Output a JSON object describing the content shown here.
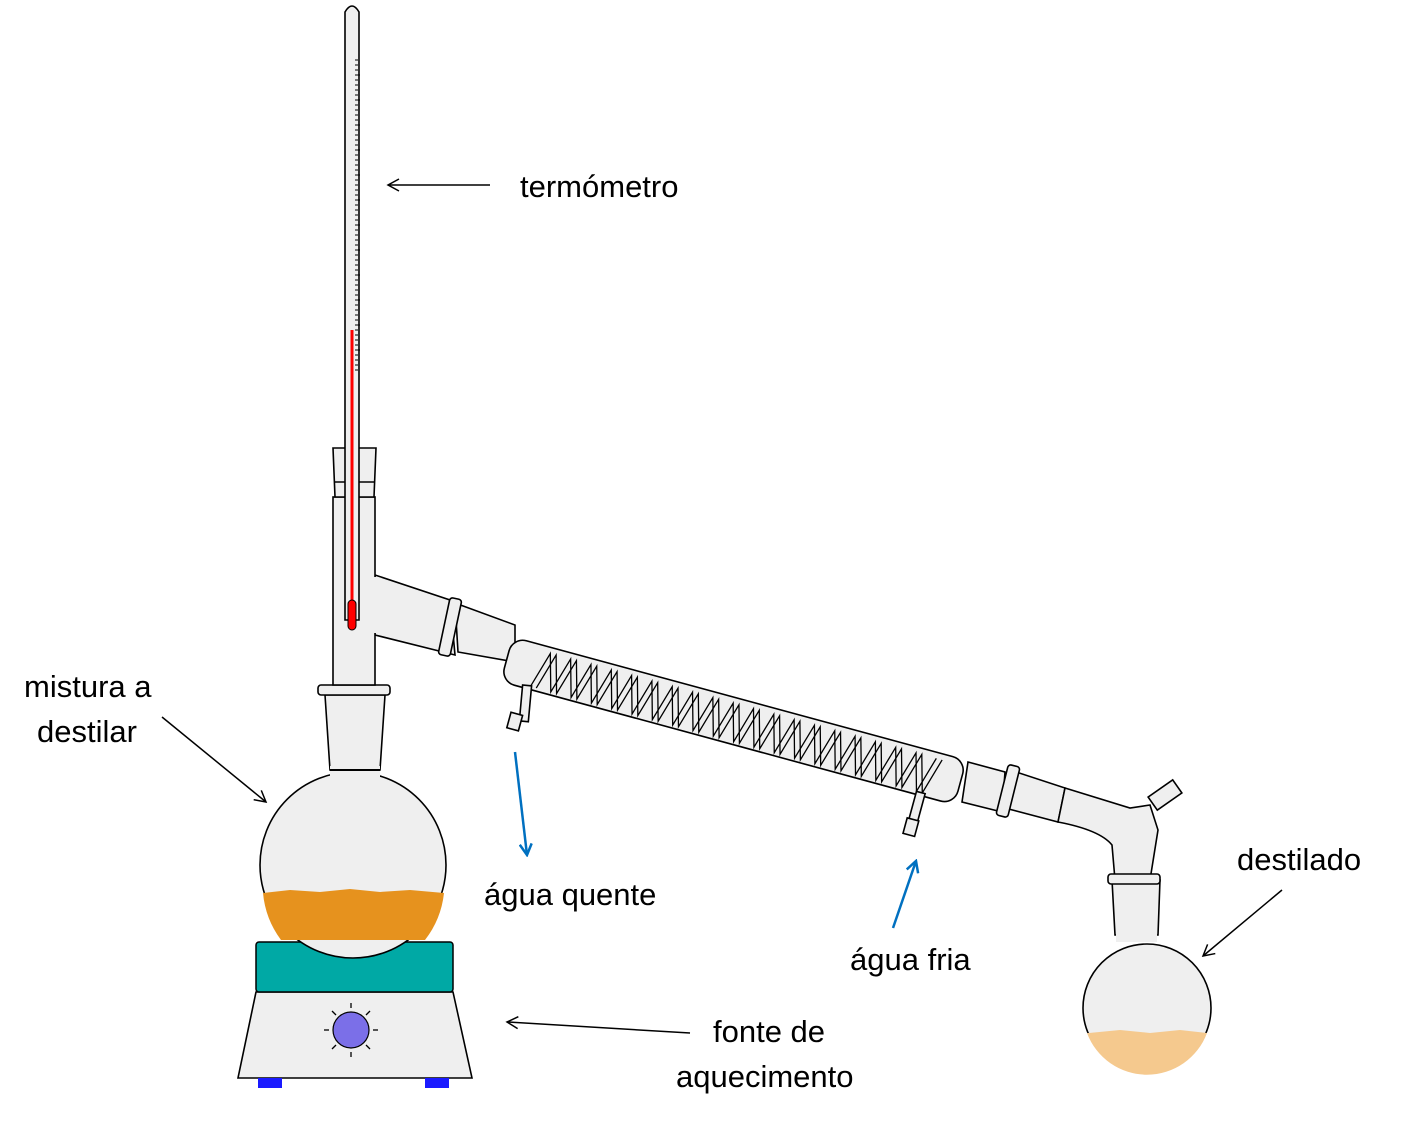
{
  "labels": {
    "thermometer": "termómetro",
    "mixture_line1": "mistura a",
    "mixture_line2": "destilar",
    "hot_water": "água quente",
    "cold_water": "água fria",
    "heat_source_line1": "fonte de",
    "heat_source_line2": "aquecimento",
    "distillate": "destilado"
  },
  "colors": {
    "mixture_liquid": "#e6921e",
    "distillate_liquid": "#f5c98e",
    "heater_plate": "#00a9a5",
    "heater_knob": "#7b6fe8",
    "heater_feet": "#1a1aff",
    "thermometer_column": "#ff0000",
    "water_arrows": "#0070c0",
    "glass": "#efefef"
  },
  "icons": {
    "heater_knob": "light-knob-icon",
    "arrow": "arrow-icon"
  }
}
